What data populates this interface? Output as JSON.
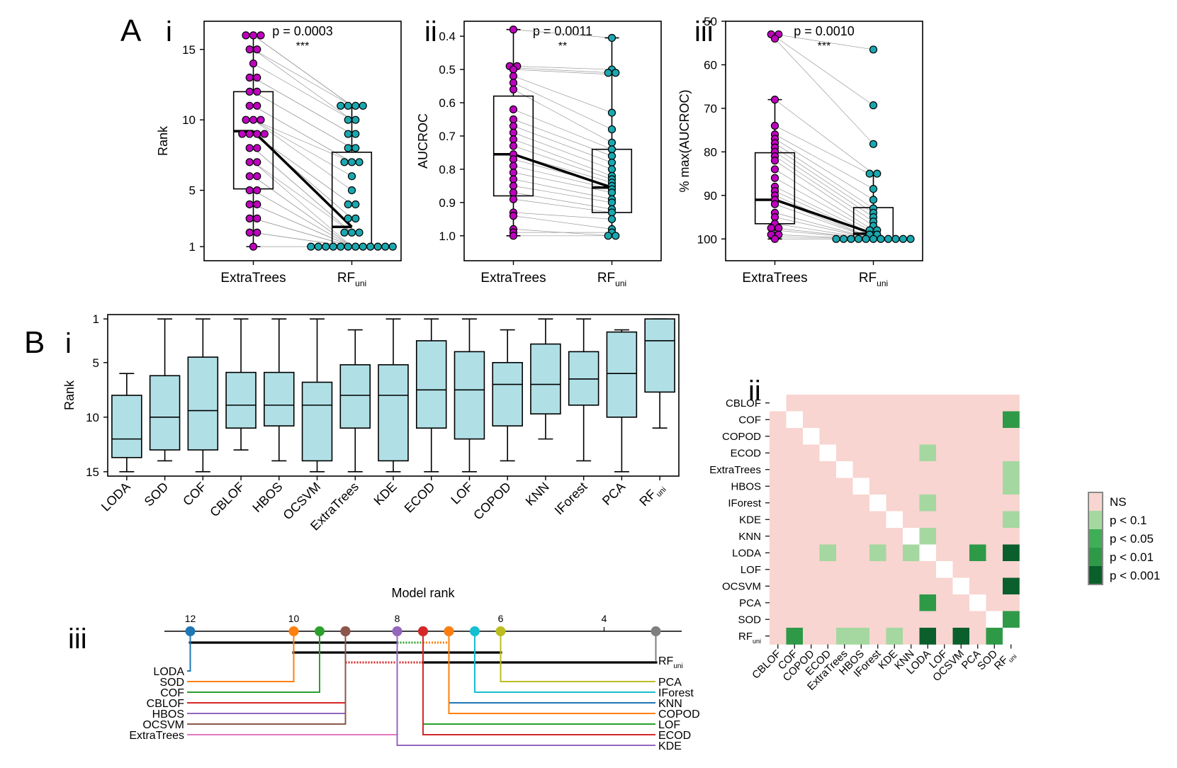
{
  "panel_labels": {
    "A": "A",
    "A_i": "i",
    "A_ii": "ii",
    "A_iii": "iii",
    "B": "B",
    "B_i": "i",
    "B_ii": "ii",
    "B_iii": "iii"
  },
  "colors": {
    "extratrees_dots": "#c000c0",
    "rfuni_dots": "#1aa8b0",
    "box_fill_B": "#b0e0e6",
    "ns": "#f8d5d0",
    "p01": "#a4d8a0",
    "p005": "#2e9a48",
    "p001": "#0b5f2c"
  },
  "chart_data": [
    {
      "id": "Ai",
      "type": "box-paired",
      "ylabel": "Rank",
      "pvalue": "p = 0.0003",
      "stars": "***",
      "categories": [
        "ExtraTrees",
        "RF"
      ],
      "category_sub": [
        "",
        "uni"
      ],
      "ylim": [
        17,
        0
      ],
      "yticks": [
        1,
        5,
        10,
        15
      ],
      "ytick_labels": [
        "1",
        "5",
        "10",
        "15"
      ],
      "boxes": [
        {
          "whislo": 16,
          "q1": 12,
          "med": 9.2,
          "q3": 5.1,
          "whishi": 1
        },
        {
          "whislo": 11,
          "q1": 7.7,
          "med": 2.4,
          "q3": 1,
          "whishi": 1
        }
      ],
      "pairs": [
        [
          1,
          1
        ],
        [
          2,
          1
        ],
        [
          2,
          1
        ],
        [
          3,
          1
        ],
        [
          3,
          1
        ],
        [
          4,
          1
        ],
        [
          4,
          1
        ],
        [
          5,
          1
        ],
        [
          5,
          1
        ],
        [
          6,
          1
        ],
        [
          6,
          1
        ],
        [
          7,
          1
        ],
        [
          7,
          2
        ],
        [
          8,
          2
        ],
        [
          8,
          2
        ],
        [
          9,
          3
        ],
        [
          9,
          3
        ],
        [
          9,
          4
        ],
        [
          9,
          4
        ],
        [
          10,
          5
        ],
        [
          10,
          6
        ],
        [
          10,
          7
        ],
        [
          11,
          7
        ],
        [
          11,
          7
        ],
        [
          12,
          8
        ],
        [
          12,
          8
        ],
        [
          13,
          9
        ],
        [
          13,
          9
        ],
        [
          14,
          10
        ],
        [
          15,
          10
        ],
        [
          15,
          11
        ],
        [
          16,
          11
        ],
        [
          16,
          11
        ],
        [
          16,
          11
        ]
      ]
    },
    {
      "id": "Aii",
      "type": "box-paired",
      "ylabel": "AUCROC",
      "pvalue": "p = 0.0011",
      "stars": "**",
      "categories": [
        "ExtraTrees",
        "RF"
      ],
      "category_sub": [
        "",
        "uni"
      ],
      "ylim": [
        0.355,
        1.075
      ],
      "yticks": [
        0.4,
        0.5,
        0.6,
        0.7,
        0.8,
        0.9,
        1.0
      ],
      "ytick_labels": [
        "0.4",
        "0.5",
        "0.6",
        "0.7",
        "0.8",
        "0.9",
        "1.0"
      ],
      "boxes": [
        {
          "whislo": 0.38,
          "q1": 0.58,
          "med": 0.755,
          "q3": 0.88,
          "whishi": 1.0
        },
        {
          "whislo": 0.405,
          "q1": 0.74,
          "med": 0.855,
          "q3": 0.93,
          "whishi": 1.0
        }
      ],
      "pairs": [
        [
          1.0,
          1.0
        ],
        [
          0.99,
          0.99
        ],
        [
          0.98,
          1.0
        ],
        [
          0.94,
          0.98
        ],
        [
          0.93,
          0.95
        ],
        [
          0.89,
          0.93
        ],
        [
          0.87,
          0.92
        ],
        [
          0.85,
          0.9
        ],
        [
          0.83,
          0.89
        ],
        [
          0.81,
          0.87
        ],
        [
          0.79,
          0.86
        ],
        [
          0.77,
          0.85
        ],
        [
          0.755,
          0.84
        ],
        [
          0.73,
          0.83
        ],
        [
          0.71,
          0.82
        ],
        [
          0.69,
          0.8
        ],
        [
          0.67,
          0.78
        ],
        [
          0.65,
          0.76
        ],
        [
          0.62,
          0.74
        ],
        [
          0.56,
          0.72
        ],
        [
          0.54,
          0.68
        ],
        [
          0.52,
          0.63
        ],
        [
          0.5,
          0.515
        ],
        [
          0.495,
          0.51
        ],
        [
          0.49,
          0.5
        ],
        [
          0.38,
          0.405
        ]
      ]
    },
    {
      "id": "Aiii",
      "type": "box-paired",
      "ylabel": "% max(AUCROC)",
      "pvalue": "p = 0.0010",
      "stars": "***",
      "categories": [
        "ExtraTrees",
        "RF"
      ],
      "category_sub": [
        "",
        "uni"
      ],
      "ylim": [
        50,
        105
      ],
      "yticks": [
        50,
        60,
        70,
        80,
        90,
        100
      ],
      "ytick_labels": [
        "50",
        "60",
        "70",
        "80",
        "90",
        "100"
      ],
      "boxes": [
        {
          "whislo": 68,
          "q1": 80.2,
          "med": 91,
          "q3": 96.5,
          "whishi": 100
        },
        {
          "whislo": 85,
          "q1": 92.8,
          "med": 98.8,
          "q3": 100,
          "whishi": 100
        }
      ],
      "pairs": [
        [
          100,
          100
        ],
        [
          99.5,
          100
        ],
        [
          99,
          100
        ],
        [
          98,
          100
        ],
        [
          97.5,
          100
        ],
        [
          96.5,
          100
        ],
        [
          95,
          100
        ],
        [
          94,
          100
        ],
        [
          92,
          100
        ],
        [
          91,
          100
        ],
        [
          90,
          100
        ],
        [
          89,
          99.5
        ],
        [
          88,
          99
        ],
        [
          86,
          98.5
        ],
        [
          84,
          98
        ],
        [
          82,
          97
        ],
        [
          81,
          96
        ],
        [
          80,
          95
        ],
        [
          79,
          94
        ],
        [
          78,
          93
        ],
        [
          77,
          91
        ],
        [
          76,
          88.5
        ],
        [
          74,
          85.5
        ],
        [
          68,
          85
        ],
        [
          54,
          78.2
        ],
        [
          53.5,
          69.3
        ],
        [
          53,
          56.5
        ]
      ]
    },
    {
      "id": "Bi",
      "type": "box",
      "ylabel": "Rank",
      "categories": [
        "LODA",
        "SOD",
        "COF",
        "CBLOF",
        "HBOS",
        "OCSVM",
        "ExtraTrees",
        "KDE",
        "ECOD",
        "LOF",
        "COPOD",
        "KNN",
        "IForest",
        "PCA",
        "RF"
      ],
      "category_sub": [
        "",
        "",
        "",
        "",
        "",
        "",
        "",
        "",
        "",
        "",
        "",
        "",
        "",
        "",
        "uni"
      ],
      "ylim": [
        15.4,
        0.6
      ],
      "yticks": [
        1,
        5,
        10,
        15
      ],
      "ytick_labels": [
        "1",
        "5",
        "10",
        "15"
      ],
      "boxes": [
        {
          "whislo": 15,
          "q1": 13.7,
          "med": 12,
          "q3": 8,
          "whishi": 6
        },
        {
          "whislo": 14,
          "q1": 13,
          "med": 10,
          "q3": 6.2,
          "whishi": 1
        },
        {
          "whislo": 15,
          "q1": 13,
          "med": 9.4,
          "q3": 4.5,
          "whishi": 1
        },
        {
          "whislo": 13,
          "q1": 11,
          "med": 8.9,
          "q3": 5.9,
          "whishi": 1
        },
        {
          "whislo": 14,
          "q1": 10.8,
          "med": 8.9,
          "q3": 5.9,
          "whishi": 1
        },
        {
          "whislo": 15,
          "q1": 14,
          "med": 8.9,
          "q3": 6.8,
          "whishi": 1
        },
        {
          "whislo": 15,
          "q1": 11,
          "med": 8,
          "q3": 5.2,
          "whishi": 2
        },
        {
          "whislo": 15,
          "q1": 14,
          "med": 8,
          "q3": 5.2,
          "whishi": 1
        },
        {
          "whislo": 15,
          "q1": 11,
          "med": 7.5,
          "q3": 3,
          "whishi": 1
        },
        {
          "whislo": 15,
          "q1": 12,
          "med": 7.5,
          "q3": 4,
          "whishi": 1
        },
        {
          "whislo": 14,
          "q1": 10.8,
          "med": 7,
          "q3": 5,
          "whishi": 2
        },
        {
          "whislo": 12,
          "q1": 9.7,
          "med": 7,
          "q3": 3.3,
          "whishi": 1
        },
        {
          "whislo": 14,
          "q1": 8.9,
          "med": 6.5,
          "q3": 4,
          "whishi": 1
        },
        {
          "whislo": 15,
          "q1": 10,
          "med": 6,
          "q3": 2.2,
          "whishi": 2
        },
        {
          "whislo": 11,
          "q1": 7.7,
          "med": 3,
          "q3": 1,
          "whishi": 1
        }
      ]
    },
    {
      "id": "Bii",
      "type": "heatmap",
      "labels": [
        "CBLOF",
        "COF",
        "COPOD",
        "ECOD",
        "ExtraTrees",
        "HBOS",
        "IForest",
        "KDE",
        "KNN",
        "LODA",
        "LOF",
        "OCSVM",
        "PCA",
        "SOD",
        "RF"
      ],
      "label_sub": [
        "",
        "",
        "",
        "",
        "",
        "",
        "",
        "",
        "",
        "",
        "",
        "",
        "",
        "",
        "uni"
      ],
      "legend": [
        "NS",
        "p < 0.1",
        "p < 0.05",
        "p < 0.01",
        "p < 0.001"
      ],
      "levels_key": "0=NS, 1=p<0.1, 2=p<0.05, 3=p<0.01, 4=p<0.001, -1=diagonal",
      "matrix": [
        [
          -1,
          0,
          0,
          0,
          0,
          0,
          0,
          0,
          0,
          0,
          0,
          0,
          0,
          0,
          0
        ],
        [
          0,
          -1,
          0,
          0,
          0,
          0,
          0,
          0,
          0,
          0,
          0,
          0,
          0,
          0,
          3
        ],
        [
          0,
          0,
          -1,
          0,
          0,
          0,
          0,
          0,
          0,
          0,
          0,
          0,
          0,
          0,
          0
        ],
        [
          0,
          0,
          0,
          -1,
          0,
          0,
          0,
          0,
          0,
          1,
          0,
          0,
          0,
          0,
          0
        ],
        [
          0,
          0,
          0,
          0,
          -1,
          0,
          0,
          0,
          0,
          0,
          0,
          0,
          0,
          0,
          1
        ],
        [
          0,
          0,
          0,
          0,
          0,
          -1,
          0,
          0,
          0,
          0,
          0,
          0,
          0,
          0,
          1
        ],
        [
          0,
          0,
          0,
          0,
          0,
          0,
          -1,
          0,
          0,
          1,
          0,
          0,
          0,
          0,
          0
        ],
        [
          0,
          0,
          0,
          0,
          0,
          0,
          0,
          -1,
          0,
          0,
          0,
          0,
          0,
          0,
          1
        ],
        [
          0,
          0,
          0,
          0,
          0,
          0,
          0,
          0,
          -1,
          1,
          0,
          0,
          0,
          0,
          0
        ],
        [
          0,
          0,
          0,
          1,
          0,
          0,
          1,
          0,
          1,
          -1,
          0,
          0,
          3,
          0,
          4
        ],
        [
          0,
          0,
          0,
          0,
          0,
          0,
          0,
          0,
          0,
          0,
          -1,
          0,
          0,
          0,
          0
        ],
        [
          0,
          0,
          0,
          0,
          0,
          0,
          0,
          0,
          0,
          0,
          0,
          -1,
          0,
          0,
          4
        ],
        [
          0,
          0,
          0,
          0,
          0,
          0,
          0,
          0,
          0,
          3,
          0,
          0,
          -1,
          0,
          0
        ],
        [
          0,
          0,
          0,
          0,
          0,
          0,
          0,
          0,
          0,
          0,
          0,
          0,
          0,
          -1,
          3
        ],
        [
          0,
          3,
          0,
          0,
          1,
          1,
          0,
          1,
          0,
          4,
          0,
          4,
          0,
          3,
          -1
        ]
      ]
    },
    {
      "id": "Biii",
      "type": "critical-difference",
      "title": "Model rank",
      "axis_ticks": [
        12,
        10,
        8,
        6,
        4
      ],
      "xlim": [
        12.5,
        2.5
      ],
      "models": [
        {
          "name": "LODA",
          "sub": "",
          "rank": 12,
          "color": "#1f77b4",
          "side": "left"
        },
        {
          "name": "SOD",
          "sub": "",
          "rank": 10,
          "color": "#ff7f0e",
          "side": "left"
        },
        {
          "name": "COF",
          "sub": "",
          "rank": 9.5,
          "color": "#2ca02c",
          "side": "left"
        },
        {
          "name": "CBLOF",
          "sub": "",
          "rank": 9,
          "color": "#d62728",
          "side": "left"
        },
        {
          "name": "HBOS",
          "sub": "",
          "rank": 9,
          "color": "#9467bd",
          "side": "left"
        },
        {
          "name": "OCSVM",
          "sub": "",
          "rank": 9,
          "color": "#8c564b",
          "side": "left"
        },
        {
          "name": "ExtraTrees",
          "sub": "",
          "rank": 8,
          "color": "#e377c2",
          "side": "left"
        },
        {
          "name": "RF",
          "sub": "uni",
          "rank": 3,
          "color": "#7f7f7f",
          "side": "right"
        },
        {
          "name": "PCA",
          "sub": "",
          "rank": 6,
          "color": "#bcbd22",
          "side": "right"
        },
        {
          "name": "IForest",
          "sub": "",
          "rank": 6.5,
          "color": "#17becf",
          "side": "right"
        },
        {
          "name": "KNN",
          "sub": "",
          "rank": 7,
          "color": "#1f77b4",
          "side": "right"
        },
        {
          "name": "COPOD",
          "sub": "",
          "rank": 7,
          "color": "#ff7f0e",
          "side": "right"
        },
        {
          "name": "LOF",
          "sub": "",
          "rank": 7.5,
          "color": "#2ca02c",
          "side": "right"
        },
        {
          "name": "ECOD",
          "sub": "",
          "rank": 7.5,
          "color": "#d62728",
          "side": "right"
        },
        {
          "name": "KDE",
          "sub": "",
          "rank": 8,
          "color": "#9467bd",
          "side": "right"
        }
      ],
      "cliques": [
        [
          12,
          8
        ],
        [
          10,
          6
        ],
        [
          7.5,
          3
        ]
      ]
    }
  ]
}
